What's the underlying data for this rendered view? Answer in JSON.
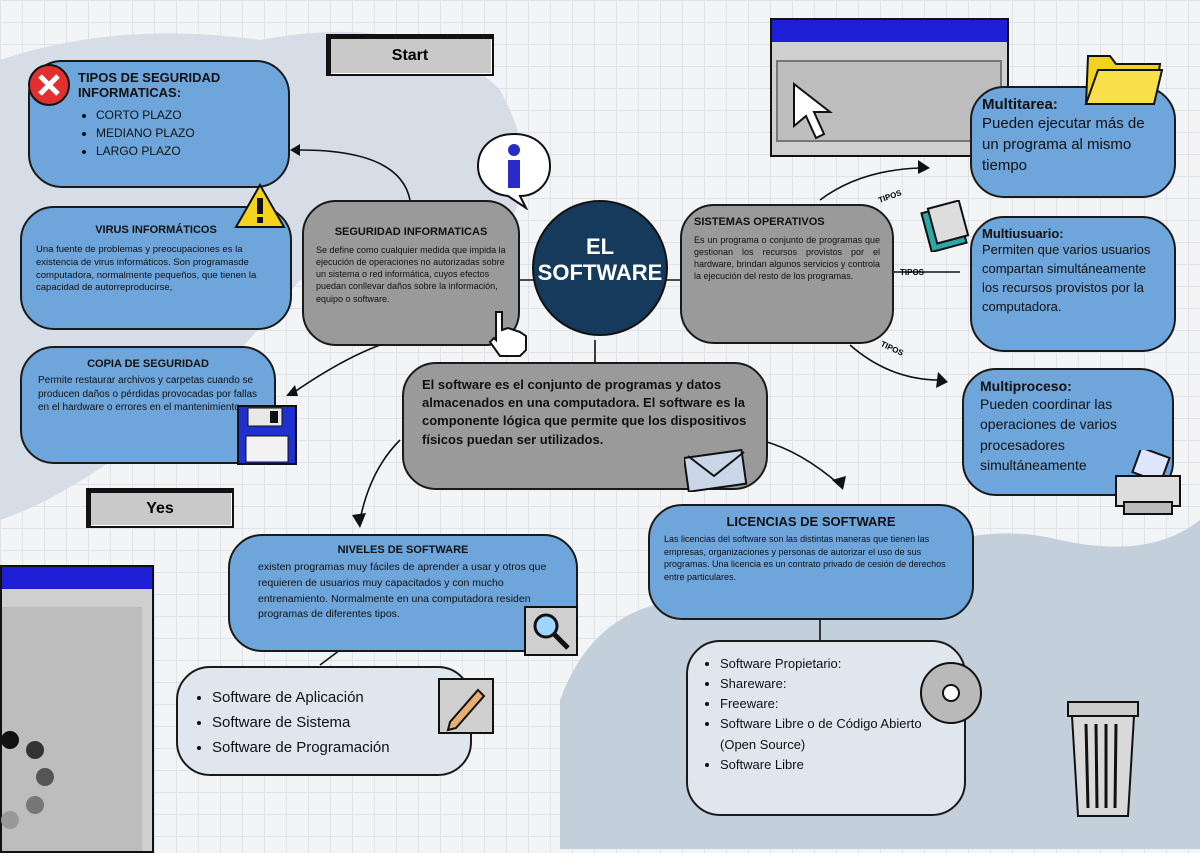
{
  "center": {
    "line1": "EL",
    "line2": "SOFTWARE"
  },
  "start_button": "Start",
  "yes_button": "Yes",
  "definition": "El software es el conjunto de programas y datos almacenados en una computadora. El software es la componente lógica que permite que los dispositivos físicos puedan ser utilizados.",
  "seguridad": {
    "title": "SEGURIDAD INFORMATICAS",
    "text": "Se define como cualquier medida que impida la ejecución de operaciones no autorizadas sobre un sistema o red informática, cuyos efectos puedan conllevar daños sobre la información, equipo o software."
  },
  "tipos_seguridad": {
    "title_line1": "TIPOS DE SEGURIDAD",
    "title_line2": "INFORMATICAS:",
    "items": [
      "CORTO PLAZO",
      "MEDIANO PLAZO",
      "LARGO PLAZO"
    ]
  },
  "virus": {
    "title": "VIRUS INFORMÁTICOS",
    "text": "Una fuente de problemas y preocupaciones es la existencia de virus informáticos. Son programasde computadora, normalmente pequeños, que tienen la capacidad de autorreproducirse,"
  },
  "copia": {
    "title": "COPIA DE SEGURIDAD",
    "text": "Permite restaurar archivos y carpetas cuando se producen daños o pérdidas provocadas por fallas en el hardware o errores en el mantenimiento."
  },
  "sistemas": {
    "title": "SISTEMAS OPERATIVOS",
    "text": "Es un programa o conjunto de programas que gestionan los recursos provistos por el hardware, brindan algunos servicios y controla la ejecución del resto de los programas."
  },
  "tipos_label": "TIPOS",
  "multitarea": {
    "title": "Multitarea:",
    "text": "Pueden ejecutar más de un programa al mismo tiempo"
  },
  "multiusuario": {
    "title": "Multiusuario:",
    "text": "Permiten que varios usuarios compartan simultáneamente los recursos provistos por la computadora."
  },
  "multiproceso": {
    "title": "Multiproceso:",
    "text": "Pueden coordinar las operaciones de varios procesadores simultáneamente"
  },
  "niveles": {
    "title": "NIVELES DE SOFTWARE",
    "text": "existen programas muy fáciles de aprender a usar y otros que requieren de usuarios muy capacitados y con mucho entrenamiento. Normalmente en una computadora residen programas de diferentes tipos.",
    "items": [
      "Software de Aplicación",
      "Software de Sistema",
      "Software de Programación"
    ]
  },
  "licencias": {
    "title": "LICENCIAS DE SOFTWARE",
    "text": "Las licencias del software son las distintas maneras que tienen las empresas, organizaciones y personas de autorizar el uso de sus programas. Una licencia es un contrato privado de cesión de derechos entre particulares.",
    "items": [
      "Software Propietario:",
      "Shareware:",
      "Freeware:",
      "Software Libre o de Código Abierto (Open Source)",
      "Software Libre"
    ]
  },
  "colors": {
    "blue": "#6ea6dc",
    "gray": "#9a9a9a",
    "navy": "#153a5b",
    "pale": "#dfe6ee"
  }
}
